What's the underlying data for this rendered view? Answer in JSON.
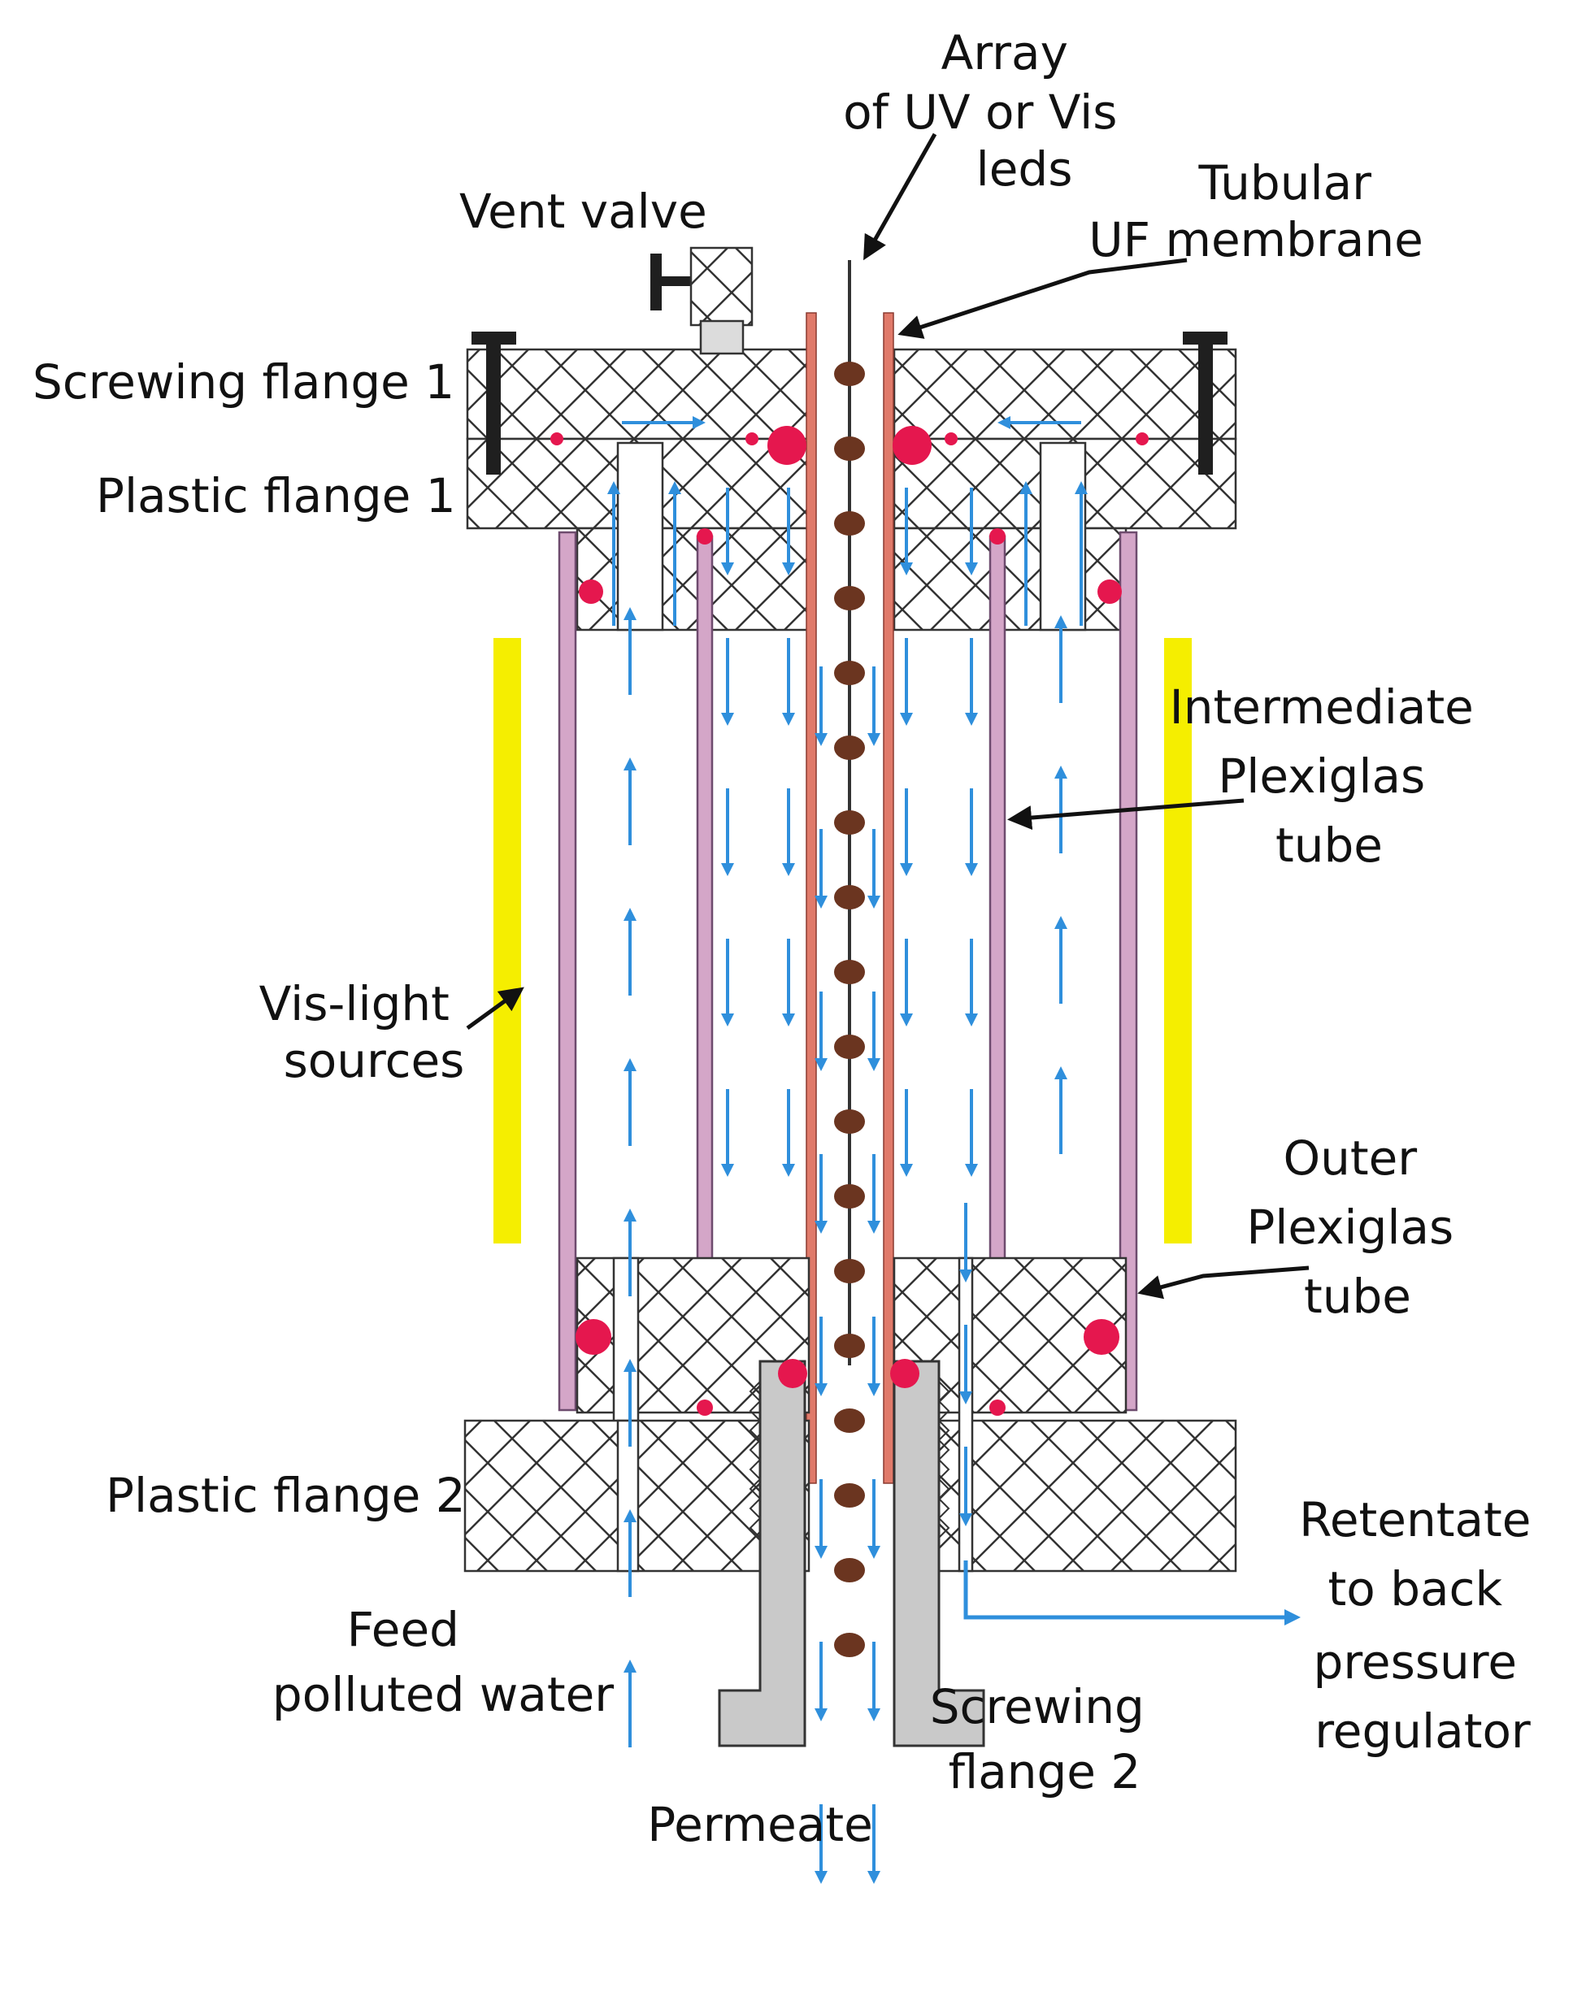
{
  "labels": {
    "array_leds": [
      "Array",
      "of UV or Vis",
      "leds"
    ],
    "tubular_membrane": [
      "Tubular",
      "UF membrane"
    ],
    "vent_valve": "Vent valve",
    "screwing_flange_1": "Screwing flange 1",
    "plastic_flange_1": "Plastic flange 1",
    "intermediate_tube": [
      "Intermediate",
      "Plexiglas",
      "tube"
    ],
    "vis_light": [
      "Vis-light",
      "sources"
    ],
    "outer_tube": [
      "Outer",
      "Plexiglas",
      "tube"
    ],
    "plastic_flange_2": "Plastic flange 2",
    "retentate": [
      "Retentate",
      "to back",
      "pressure",
      "regulator"
    ],
    "feed": [
      "Feed",
      "polluted water"
    ],
    "screwing_flange_2": [
      "Screwing",
      "flange 2"
    ],
    "permeate": "Permeate"
  },
  "colors": {
    "flow_arrows": "#2f8fdc",
    "light_source": "#f5ee00",
    "led": "#6b3520",
    "membrane": "#e07a6a",
    "tube_wall": "#d4a6c8",
    "o_ring": "#e5174e",
    "screw_flange_2": "#c9c9c9",
    "hatch_fill": "#ffffff"
  }
}
